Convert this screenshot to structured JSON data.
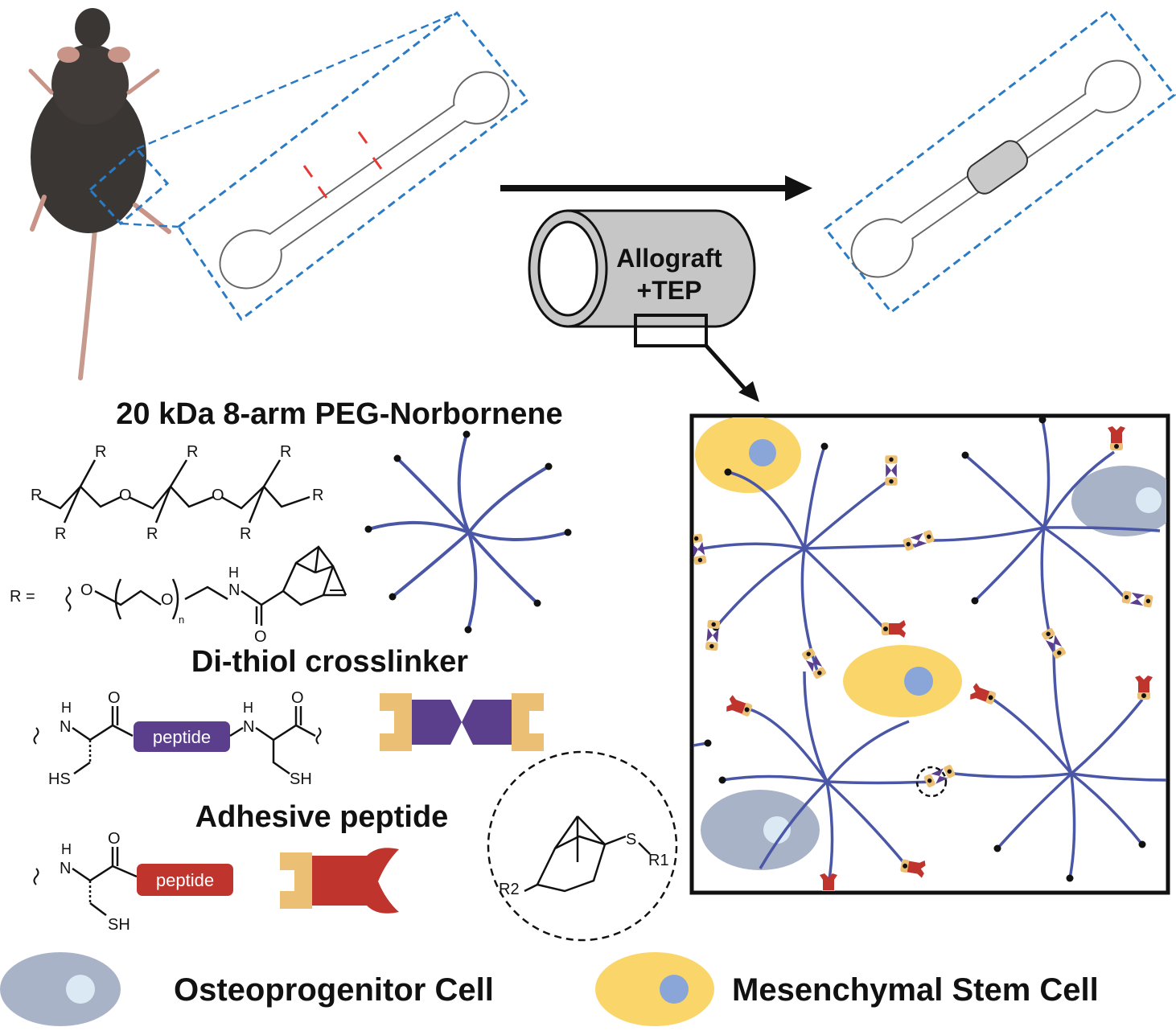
{
  "labels": {
    "allograft_line1": "Allograft",
    "allograft_line2": "+TEP",
    "peg_title": "20 kDa 8-arm PEG-Norbornene",
    "dithiol_title": "Di-thiol crosslinker",
    "adhesive_title": "Adhesive peptide",
    "peptide_tag_crosslinker": "peptide",
    "peptide_tag_adhesive": "peptide"
  },
  "chemistry": {
    "r_symbol": "R",
    "r_equals": "R  =",
    "oxygen": "O",
    "amine_h": "H",
    "nitrogen": "N",
    "subscript_n": "n",
    "thiol_sh": "SH",
    "thiol_hs": "HS",
    "sulfur": "S",
    "r1": "R1",
    "r2": "R2"
  },
  "legend": {
    "osteoprogenitor": "Osteoprogenitor Cell",
    "msc": "Mesenchymal Stem Cell"
  },
  "colors": {
    "dashed_box": "#2b7bc4",
    "cut_marks": "#e53935",
    "peg_arm": "#4a56a6",
    "crosslinker": "#5b3f8c",
    "thiol_cap": "#ecc074",
    "adhesive": "#c0342e",
    "osteoprogenitor_cell": "#a9b3c8",
    "osteoprogenitor_nucleus": "#dbe9f5",
    "msc_cell": "#fad56a",
    "msc_nucleus": "#8aa5d8"
  }
}
